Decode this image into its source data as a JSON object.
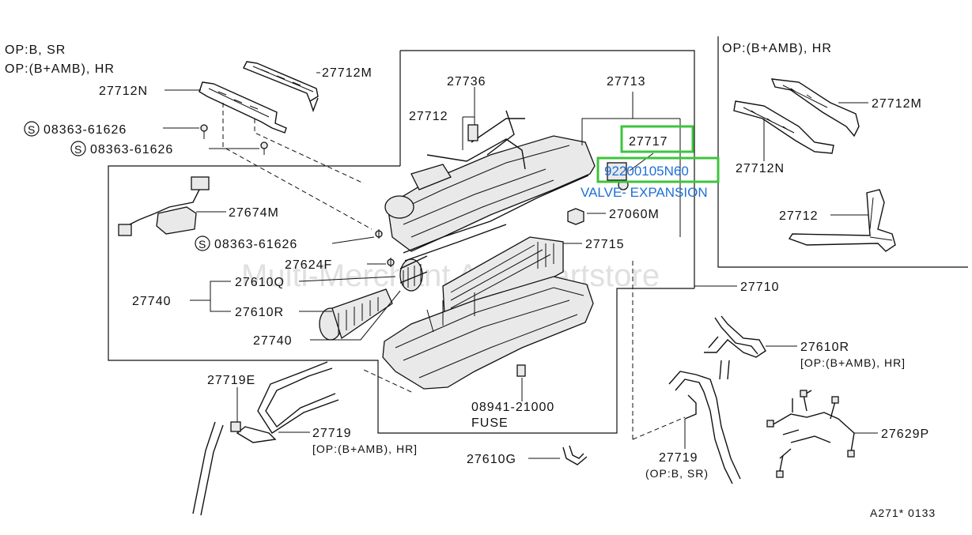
{
  "options": {
    "top_left_line1": "OP:B, SR",
    "top_left_line2": "OP:(B+AMB), HR",
    "inset_header": "OP:(B+AMB), HR"
  },
  "parts": {
    "p27712M": "27712M",
    "p27712N": "27712N",
    "p27736": "27736",
    "p27713": "27713",
    "p27712": "27712",
    "p27717": "27717",
    "p92200": "92200105N60",
    "valve": "VALVE- EXPANSION",
    "screw1": "08363-61626",
    "screw2": "08363-61626",
    "screw3": "08363-61626",
    "p27674M": "27674M",
    "p27060M": "27060M",
    "p27715": "27715",
    "p27624F": "27624F",
    "p27610Q": "27610Q",
    "p27740a": "27740",
    "p27610R": "27610R",
    "p27740b": "27740",
    "p27710": "27710",
    "p27719E": "27719E",
    "p27719": "27719",
    "p27719_note": "[OP:(B+AMB), HR]",
    "p08941": "08941-21000",
    "fuse": "FUSE",
    "p27610G": "27610G",
    "inset_27712M": "27712M",
    "inset_27712N": "27712N",
    "inset_27712": "27712",
    "r27610R": "27610R",
    "r27610R_note": "[OP:(B+AMB), HR]",
    "r27629P": "27629P",
    "r27719": "27719",
    "r27719_note": "(OP:B, SR)",
    "ref_code": "A271* 0133"
  },
  "watermark": "Multi-Merchant Auto Partstore",
  "colors": {
    "highlight": "#3ec43e",
    "link_text": "#1e6fd9",
    "line": "#111111"
  },
  "icons": {
    "screw_marker": "circled-s-icon"
  }
}
